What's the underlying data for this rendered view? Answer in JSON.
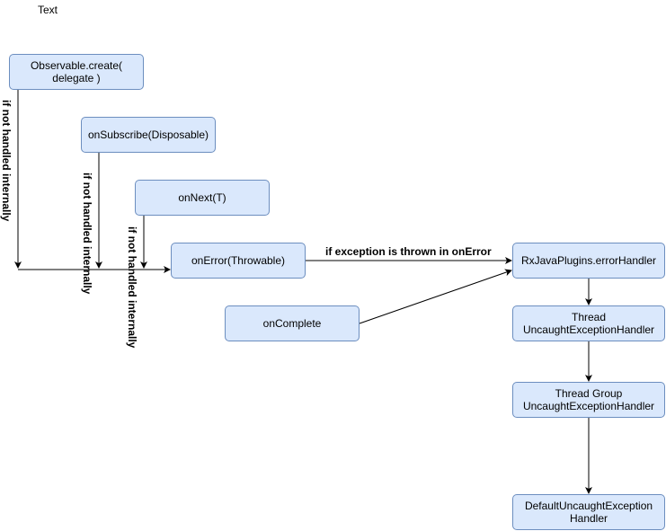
{
  "header_text": "Text",
  "nodes": {
    "observable_create": "Observable.create(\ndelegate )",
    "on_subscribe": "onSubscribe(Disposable)",
    "on_next": "onNext(T)",
    "on_error": "onError(Throwable)",
    "on_complete": "onComplete",
    "error_handler": "RxJavaPlugins.errorHandler",
    "thread_handler": "Thread\nUncaughtExceptionHandler",
    "thread_group_handler": "Thread Group\nUncaughtExceptionHandler",
    "default_handler": "DefaultUncaughtException\nHandler"
  },
  "edge_labels": {
    "not_handled_1": "if not handled internally",
    "not_handled_2": "if not handled internally",
    "not_handled_3": "if not handled internally",
    "exception_thrown": "if exception is thrown in onError"
  },
  "colors": {
    "node_fill": "#dae8fc",
    "node_stroke": "#6c8ebf",
    "edge": "#000000"
  }
}
